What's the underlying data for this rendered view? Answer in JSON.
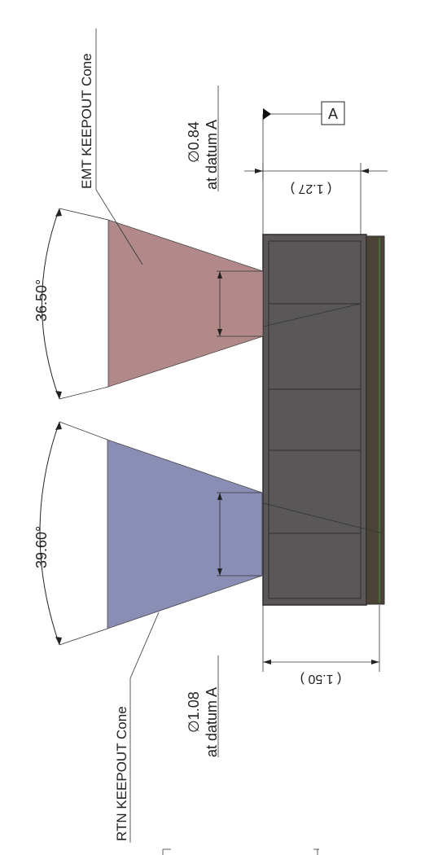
{
  "emt": {
    "label": "EMT KEEPOUT Cone",
    "angle": "36.50°",
    "diameter": "∅0.84",
    "datum_text": "at datum A",
    "color": "#b08988"
  },
  "rtn": {
    "label": "RTN KEEPOUT Cone",
    "angle": "39.60°",
    "diameter": "∅1.08",
    "datum_text": "at datum A",
    "color": "#8a8db4"
  },
  "datum": {
    "label": "A"
  },
  "dimensions": {
    "top": "( 1.27 )",
    "bottom": "( 1.50 )"
  },
  "module": {
    "body_color": "#5a5758",
    "edge_color": "#2f2c2d",
    "pcb_color": "#4b4436"
  }
}
